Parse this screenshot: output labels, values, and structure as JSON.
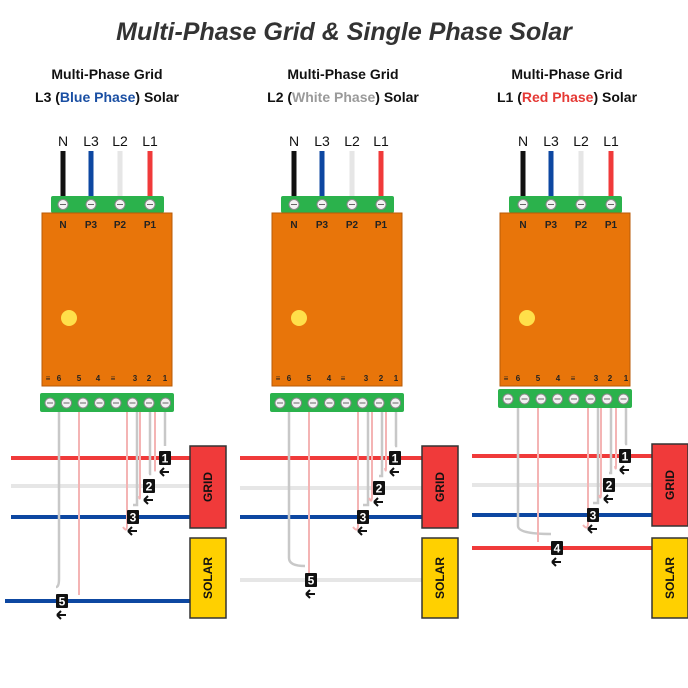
{
  "title": "Multi-Phase Grid & Single Phase Solar",
  "panels": [
    {
      "line1": "Multi-Phase Grid",
      "line2_pre": "L3 (",
      "line2_hl": "Blue Phase",
      "line2_post": ") Solar",
      "solar_ct": "5"
    },
    {
      "line1": "Multi-Phase Grid",
      "line2_pre": "L2 (",
      "line2_hl": "White Phase",
      "line2_post": ") Solar",
      "solar_ct": "5"
    },
    {
      "line1": "Multi-Phase Grid",
      "line2_pre": "L1 (",
      "line2_hl": "Red Phase",
      "line2_post": ") Solar",
      "solar_ct": "4"
    }
  ],
  "wire_labels": [
    "N",
    "L3",
    "L2",
    "L1"
  ],
  "top_terminal_labels": [
    "N",
    "P3",
    "P2",
    "P1"
  ],
  "bottom_terminal_labels": [
    "≡",
    "6",
    "5",
    "4",
    "≡",
    "3",
    "2",
    "1"
  ],
  "grid_ct_numbers": [
    "1",
    "2",
    "3"
  ],
  "box_labels": {
    "grid": "GRID",
    "solar": "SOLAR"
  },
  "colors": {
    "red": "#f03a3a",
    "white": "#e6e6e6",
    "blue": "#0d47a1",
    "black": "#111111",
    "orange": "#e8750a",
    "green": "#2bb24c",
    "yellow": "#ffd000",
    "grey_wire": "#c8c8c8",
    "pink_wire": "#f4b4b4"
  }
}
